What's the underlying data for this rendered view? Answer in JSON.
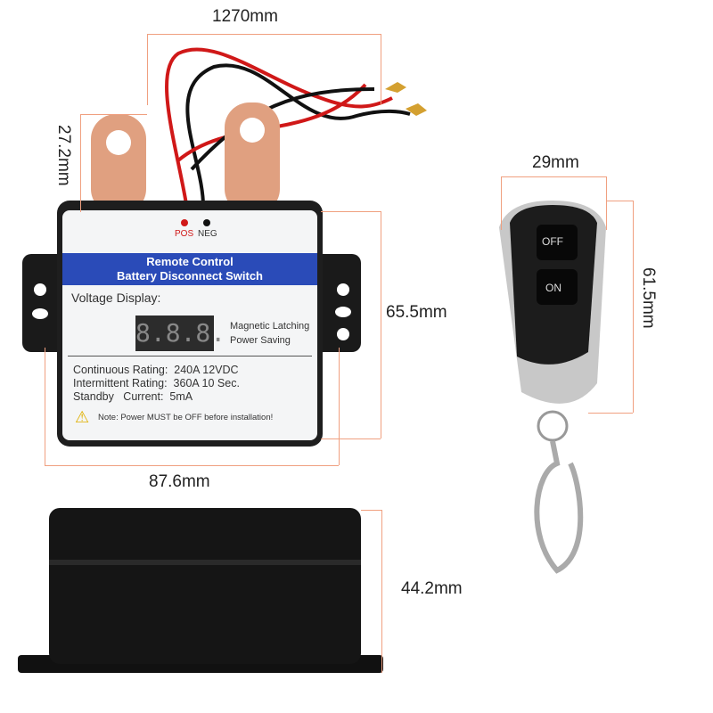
{
  "dimensions": {
    "wire_length": "1270mm",
    "terminal_height": "27.2mm",
    "body_height": "65.5mm",
    "body_width": "87.6mm",
    "body_depth": "44.2mm",
    "remote_width": "29mm",
    "remote_length": "61.5mm"
  },
  "device": {
    "pos": "POS",
    "neg": "NEG",
    "title_line1": "Remote Control",
    "title_line2": "Battery Disconnect Switch",
    "voltage_label": "Voltage Display:",
    "display": "8.8.8.",
    "feature1": "Magnetic Latching",
    "feature2": "Power Saving",
    "spec1": "Continuous Rating:  240A 12VDC",
    "spec2": "Intermittent Rating:  360A 10 Sec.",
    "spec3": "Standby   Current:  5mA",
    "note": "Note: Power MUST be OFF before installation!"
  },
  "remote": {
    "off": "OFF",
    "on": "ON"
  },
  "colors": {
    "dimension_line": "#f0a080",
    "band": "#2a4bb8",
    "copper": "#e0a080"
  }
}
